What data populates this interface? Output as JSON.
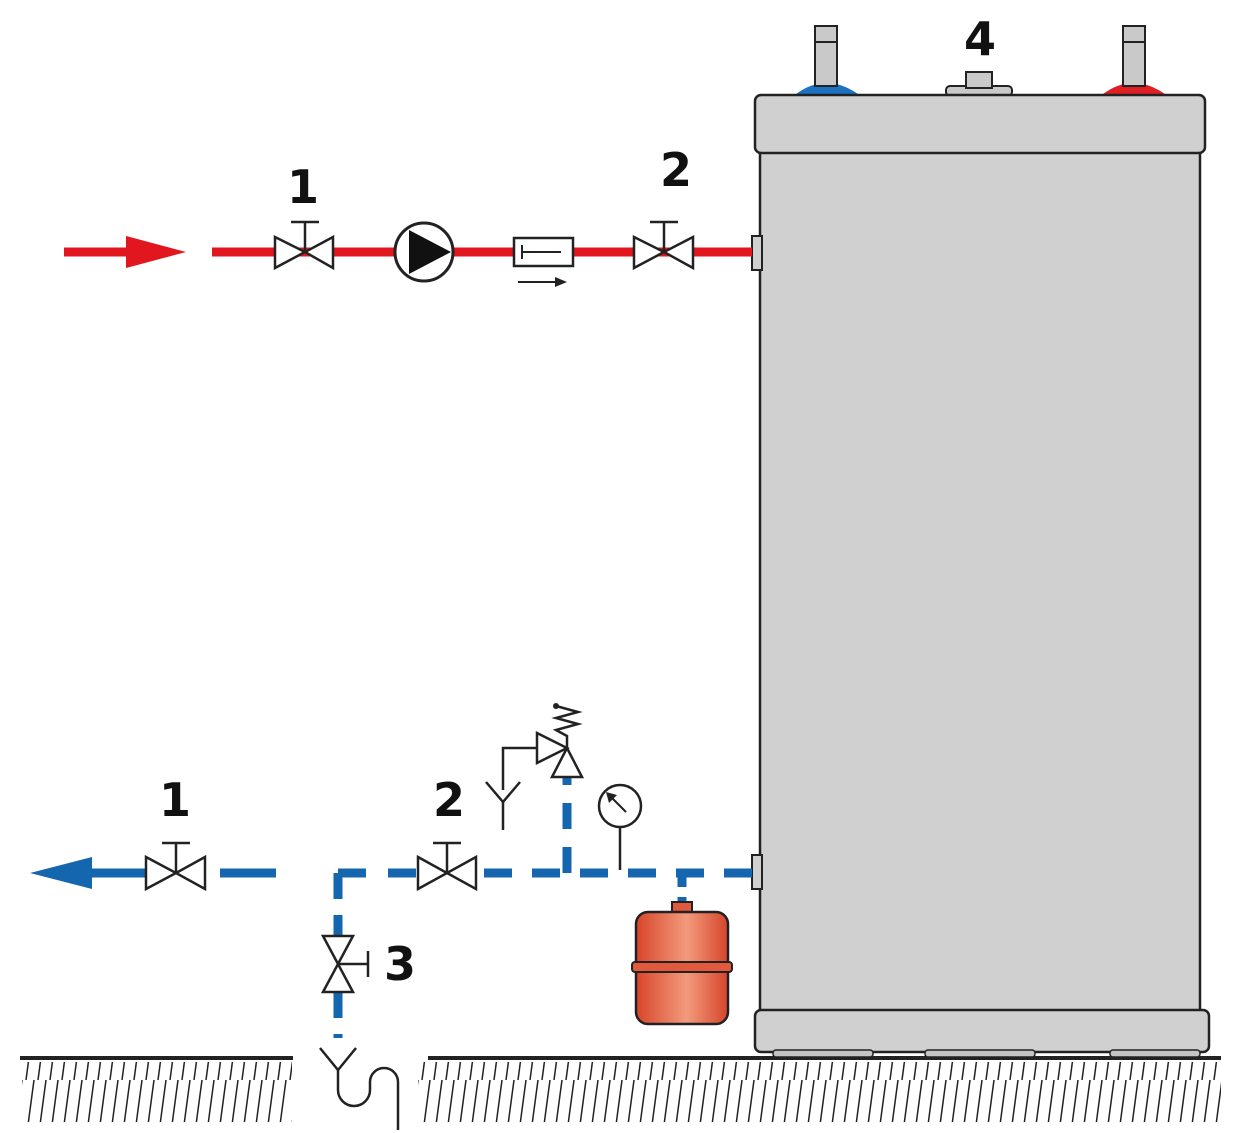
{
  "labels": {
    "hot_valve_1": "1",
    "hot_valve_2": "2",
    "tank_top": "4",
    "cold_valve_1": "1",
    "cold_valve_2": "2",
    "drain_valve_3": "3"
  },
  "colors": {
    "hot_line": "#e2161f",
    "cold_line": "#1466ae",
    "tank_fill": "#d0d0d0",
    "vessel_fill": "#e8563a",
    "outline": "#222222",
    "cold_port_cap": "#1a72c0",
    "hot_port_cap": "#e01f25"
  },
  "icons": {
    "flow_in": "arrow-right-icon",
    "flow_out": "arrow-left-icon",
    "pump": "pump-icon",
    "gate_valve": "valve-icon",
    "check_valve": "check-valve-icon",
    "safety_valve": "safety-valve-icon",
    "pressure_gauge": "gauge-icon",
    "expansion_vessel": "expansion-vessel-icon",
    "drain_funnel": "funnel-icon",
    "ground": "ground-hatch"
  }
}
